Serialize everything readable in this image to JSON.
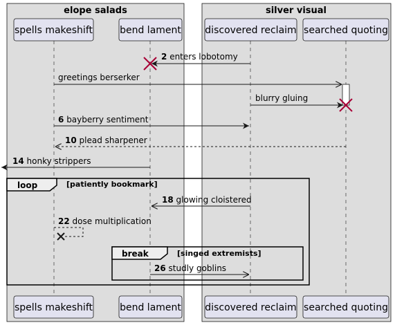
{
  "groups": [
    {
      "title": "elope salads"
    },
    {
      "title": "silver visual"
    }
  ],
  "participants": [
    {
      "id": "p1",
      "label": "spells makeshift"
    },
    {
      "id": "p2",
      "label": "bend lament"
    },
    {
      "id": "p3",
      "label": "discovered reclaim"
    },
    {
      "id": "p4",
      "label": "searched quoting"
    }
  ],
  "messages": [
    {
      "num": "2",
      "text": "enters lobotomy"
    },
    {
      "num": "",
      "text": "greetings berserker"
    },
    {
      "num": "",
      "text": "blurry gluing"
    },
    {
      "num": "6",
      "text": "bayberry sentiment"
    },
    {
      "num": "10",
      "text": "plead sharpener"
    },
    {
      "num": "14",
      "text": "honky strippers"
    },
    {
      "num": "18",
      "text": "glowing cloistered"
    },
    {
      "num": "22",
      "text": "dose multiplication"
    },
    {
      "num": "26",
      "text": "studly goblins"
    }
  ],
  "frames": [
    {
      "keyword": "loop",
      "guard": "[patiently bookmark]"
    },
    {
      "keyword": "break",
      "guard": "[singed extremists]"
    }
  ],
  "colors": {
    "group_fill": "#dddddd",
    "participant_fill": "#e2e2f0",
    "destroy": "#a80036",
    "line": "#181818"
  }
}
